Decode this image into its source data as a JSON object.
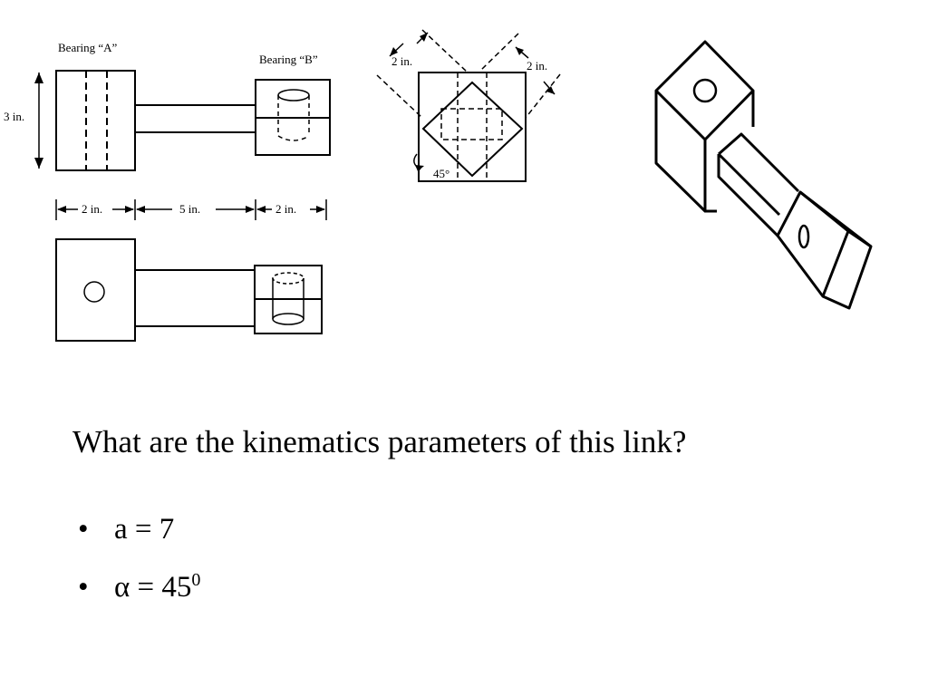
{
  "drawing": {
    "bearing_a_label": "Bearing “A”",
    "bearing_b_label": "Bearing “B”",
    "height_dim": "3 in.",
    "dim_left": "2 in.",
    "dim_middle": "5 in.",
    "dim_right": "2 in.",
    "diag_dim_left": "2 in.",
    "diag_dim_right": "2 in.",
    "angle_label": "45°"
  },
  "slide": {
    "question": "What are the kinematics parameters of this link?",
    "bullets": [
      {
        "symbol": "•",
        "text": "a = 7",
        "sup": ""
      },
      {
        "symbol": "•",
        "text": "α = 45",
        "sup": "0"
      }
    ]
  }
}
